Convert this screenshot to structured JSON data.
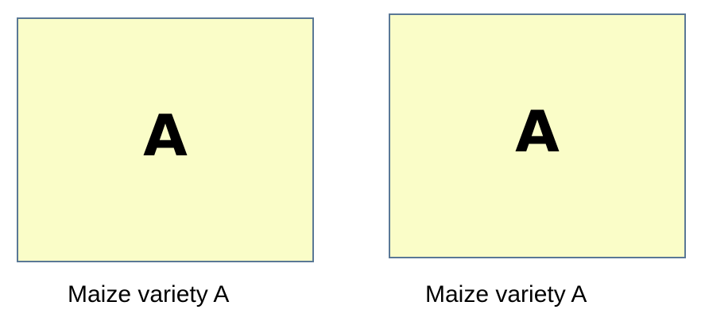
{
  "plots": [
    {
      "letter": "A",
      "caption": "Maize variety A"
    },
    {
      "letter": "A",
      "caption": "Maize variety A"
    }
  ],
  "colors": {
    "plot_fill": "#fafdc8",
    "plot_border": "#5a7896",
    "text": "#000000"
  }
}
